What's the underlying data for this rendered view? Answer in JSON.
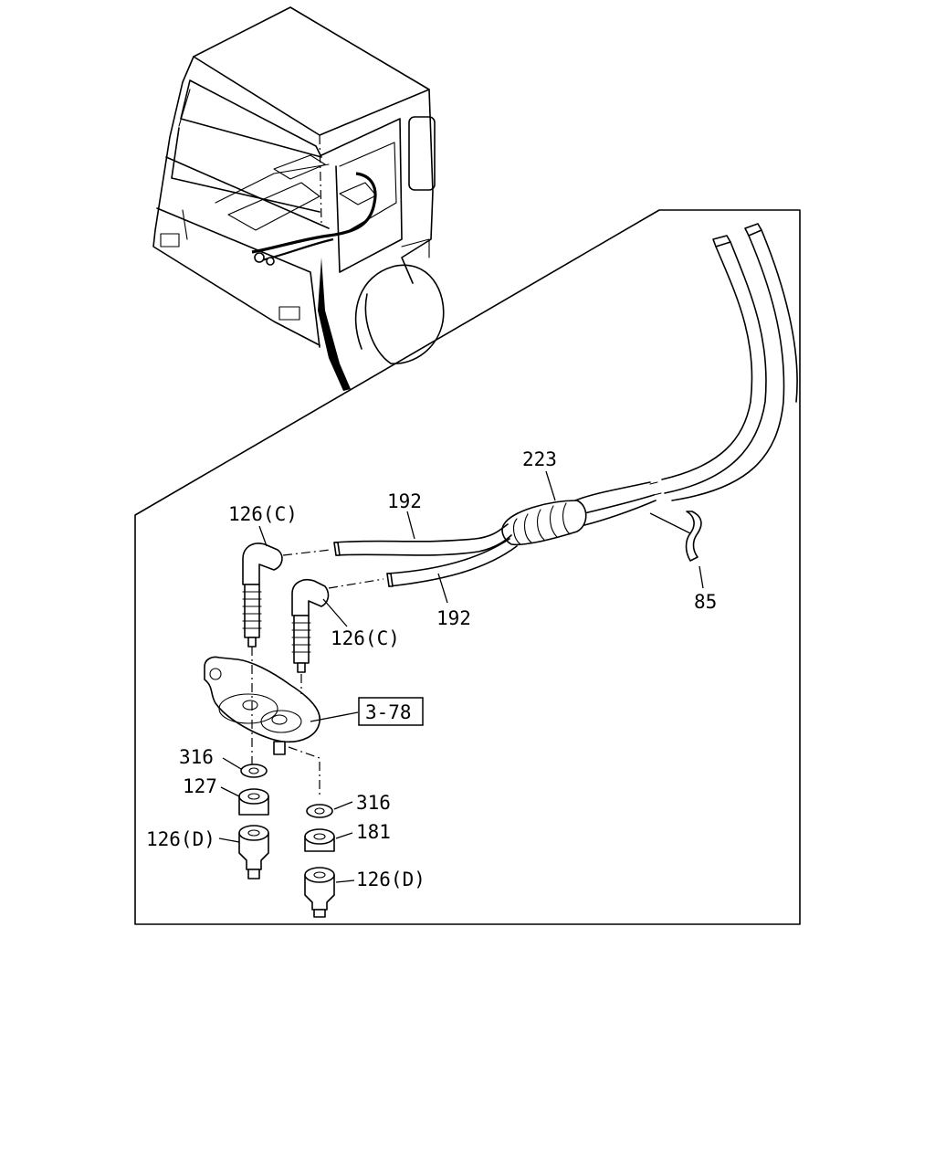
{
  "callouts": {
    "p223": "223",
    "p192_upper": "192",
    "p192_lower": "192",
    "p126c_left": "126(C)",
    "p126c_right": "126(C)",
    "p85": "85",
    "ref_378": "3-78",
    "p316_left": "316",
    "p127": "127",
    "p126d_left": "126(D)",
    "p316_right": "316",
    "p181": "181",
    "p126d_right": "126(D)"
  }
}
